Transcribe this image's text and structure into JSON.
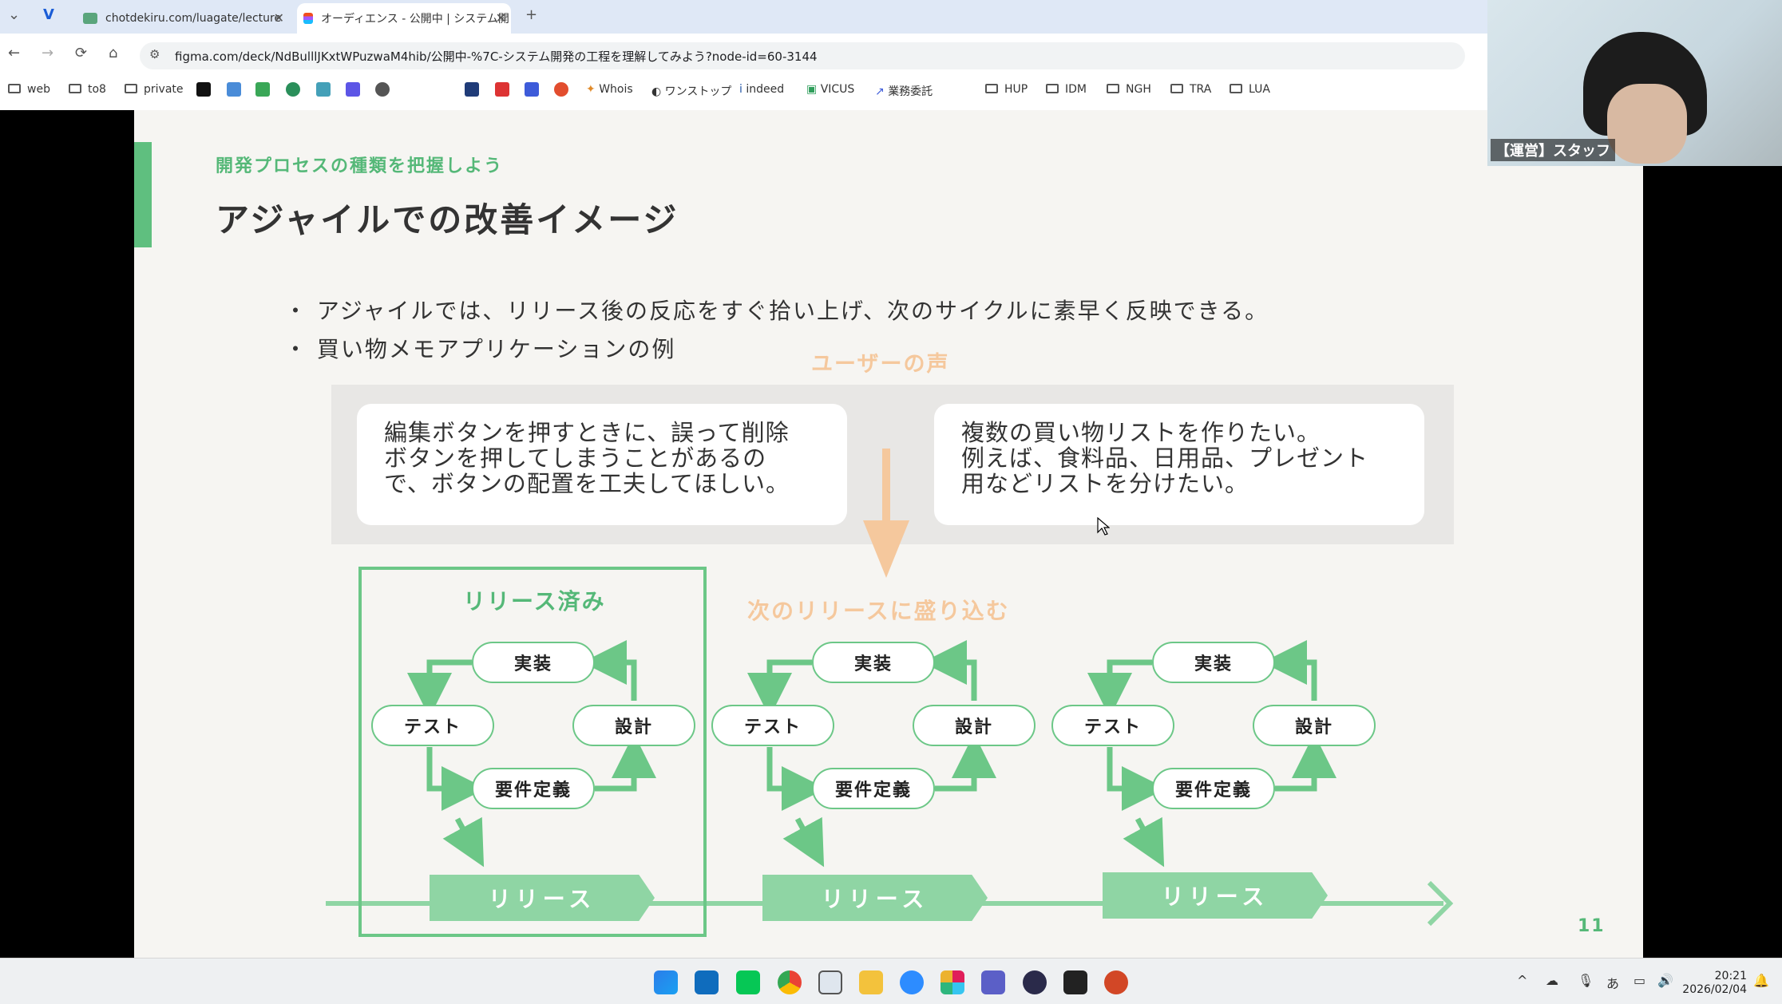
{
  "browser": {
    "tabs": [
      {
        "label": "chotdekiru.com/luagate/lecture"
      },
      {
        "label": "オーディエンス - 公開中 | システム開"
      }
    ],
    "url": "figma.com/deck/NdBulllJKxtWPuzwaM4hib/公開中-%7C-システム開発の工程を理解してみよう?node-id=60-3144",
    "bookmarks": [
      {
        "label": "web",
        "icon": "folder-icon"
      },
      {
        "label": "to8",
        "icon": "folder-icon"
      },
      {
        "label": "private",
        "icon": "folder-icon"
      },
      {
        "label": "Whois",
        "icon": "whois-icon"
      },
      {
        "label": "ワンストップ",
        "icon": "globe-icon"
      },
      {
        "label": "indeed",
        "icon": "indeed-icon"
      },
      {
        "label": "VICUS",
        "icon": "vicus-icon"
      },
      {
        "label": "業務委託",
        "icon": "arrow-icon"
      },
      {
        "label": "HUP",
        "icon": "folder-icon"
      },
      {
        "label": "IDM",
        "icon": "folder-icon"
      },
      {
        "label": "NGH",
        "icon": "folder-icon"
      },
      {
        "label": "TRA",
        "icon": "folder-icon"
      },
      {
        "label": "LUA",
        "icon": "folder-icon"
      }
    ]
  },
  "slide": {
    "subtitle": "開発プロセスの種類を把握しよう",
    "title": "アジャイルでの改善イメージ",
    "bullets": [
      "・ アジャイルでは、リリース後の反応をすぐ拾い上げ、次のサイクルに素早く反映できる。",
      "・ 買い物メモアプリケーションの例"
    ],
    "voice_label": "ユーザーの声",
    "feedback": [
      [
        "編集ボタンを押すときに、誤って削除",
        "ボタンを押してしまうことがあるの",
        "で、ボタンの配置を工夫してほしい。"
      ],
      [
        "複数の買い物リストを作りたい。",
        "例えば、食料品、日用品、プレゼント",
        "用などリストを分けたい。"
      ]
    ],
    "released_label": "リリース済み",
    "next_label": "次のリリースに盛り込む",
    "cycle_labels": {
      "implement": "実装",
      "test": "テスト",
      "design": "設計",
      "requirements": "要件定義"
    },
    "release_label": "リリース",
    "page_number": "11"
  },
  "webcam": {
    "name": "【運営】スタッフ"
  },
  "taskbar": {
    "time": "20:21",
    "date": "2026/02/04",
    "ime": "あ"
  },
  "colors": {
    "green": "#6cc787",
    "orange": "#f5c89d",
    "slide_bg": "#f6f5f2"
  }
}
